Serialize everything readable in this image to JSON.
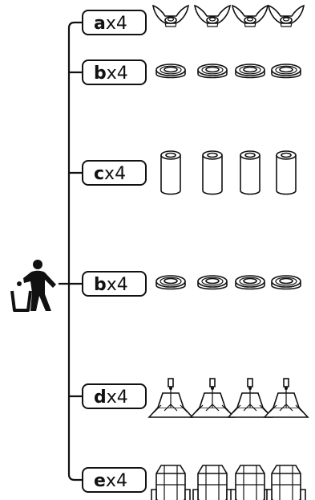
{
  "rows": [
    {
      "letter": "a",
      "qty": "x4",
      "part_icon": "wing-nut-icon",
      "count": 4
    },
    {
      "letter": "b",
      "qty": "x4",
      "part_icon": "washer-icon",
      "count": 4
    },
    {
      "letter": "c",
      "qty": "x4",
      "part_icon": "spacer-tube-icon",
      "count": 4
    },
    {
      "letter": "b",
      "qty": "x4",
      "part_icon": "washer-icon",
      "count": 4
    },
    {
      "letter": "d",
      "qty": "x4",
      "part_icon": "foot-pad-icon",
      "count": 4
    },
    {
      "letter": "e",
      "qty": "x4",
      "part_icon": "bracket-clip-icon",
      "count": 4
    }
  ],
  "disposal_icon": "person-discarding-trash-icon"
}
